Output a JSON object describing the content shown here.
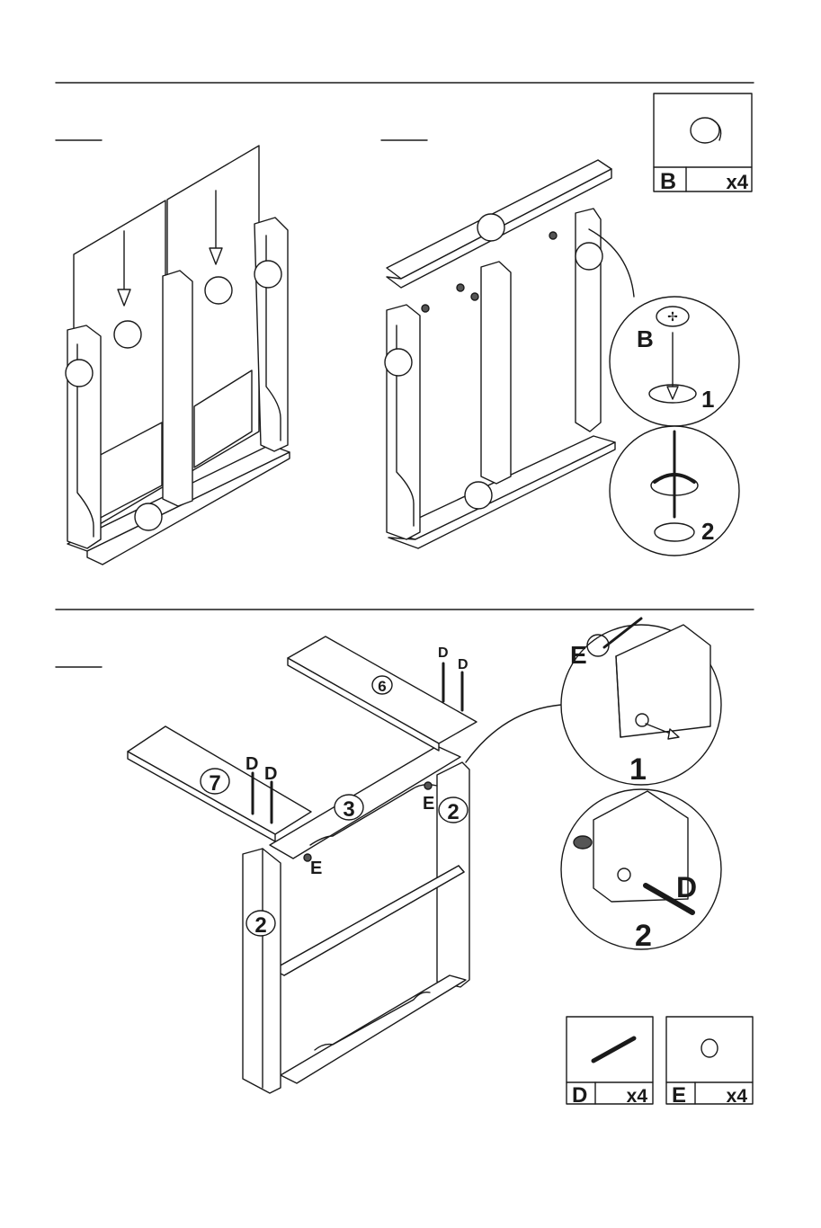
{
  "colors": {
    "ink": "#1a1a1a",
    "paper": "#ffffff",
    "shadow": "#555555"
  },
  "hardware": {
    "b": {
      "letter": "B",
      "quantity": "x4"
    },
    "d": {
      "letter": "D",
      "quantity": "x4"
    },
    "e": {
      "letter": "E",
      "quantity": "x4"
    }
  },
  "callouts": {
    "fix_b": {
      "part": "B",
      "step1": "1",
      "step2": "2"
    },
    "fix_de": {
      "part_e": "E",
      "part_d": "D",
      "step1": "1",
      "step2": "2"
    }
  },
  "main_assembly": {
    "part_6": "6",
    "part_7": "7",
    "part_3": "3",
    "part_2_right": "2",
    "part_2_left": "2",
    "d_labels": [
      "D",
      "D",
      "D",
      "D"
    ],
    "e_labels": [
      "E",
      "E"
    ]
  }
}
